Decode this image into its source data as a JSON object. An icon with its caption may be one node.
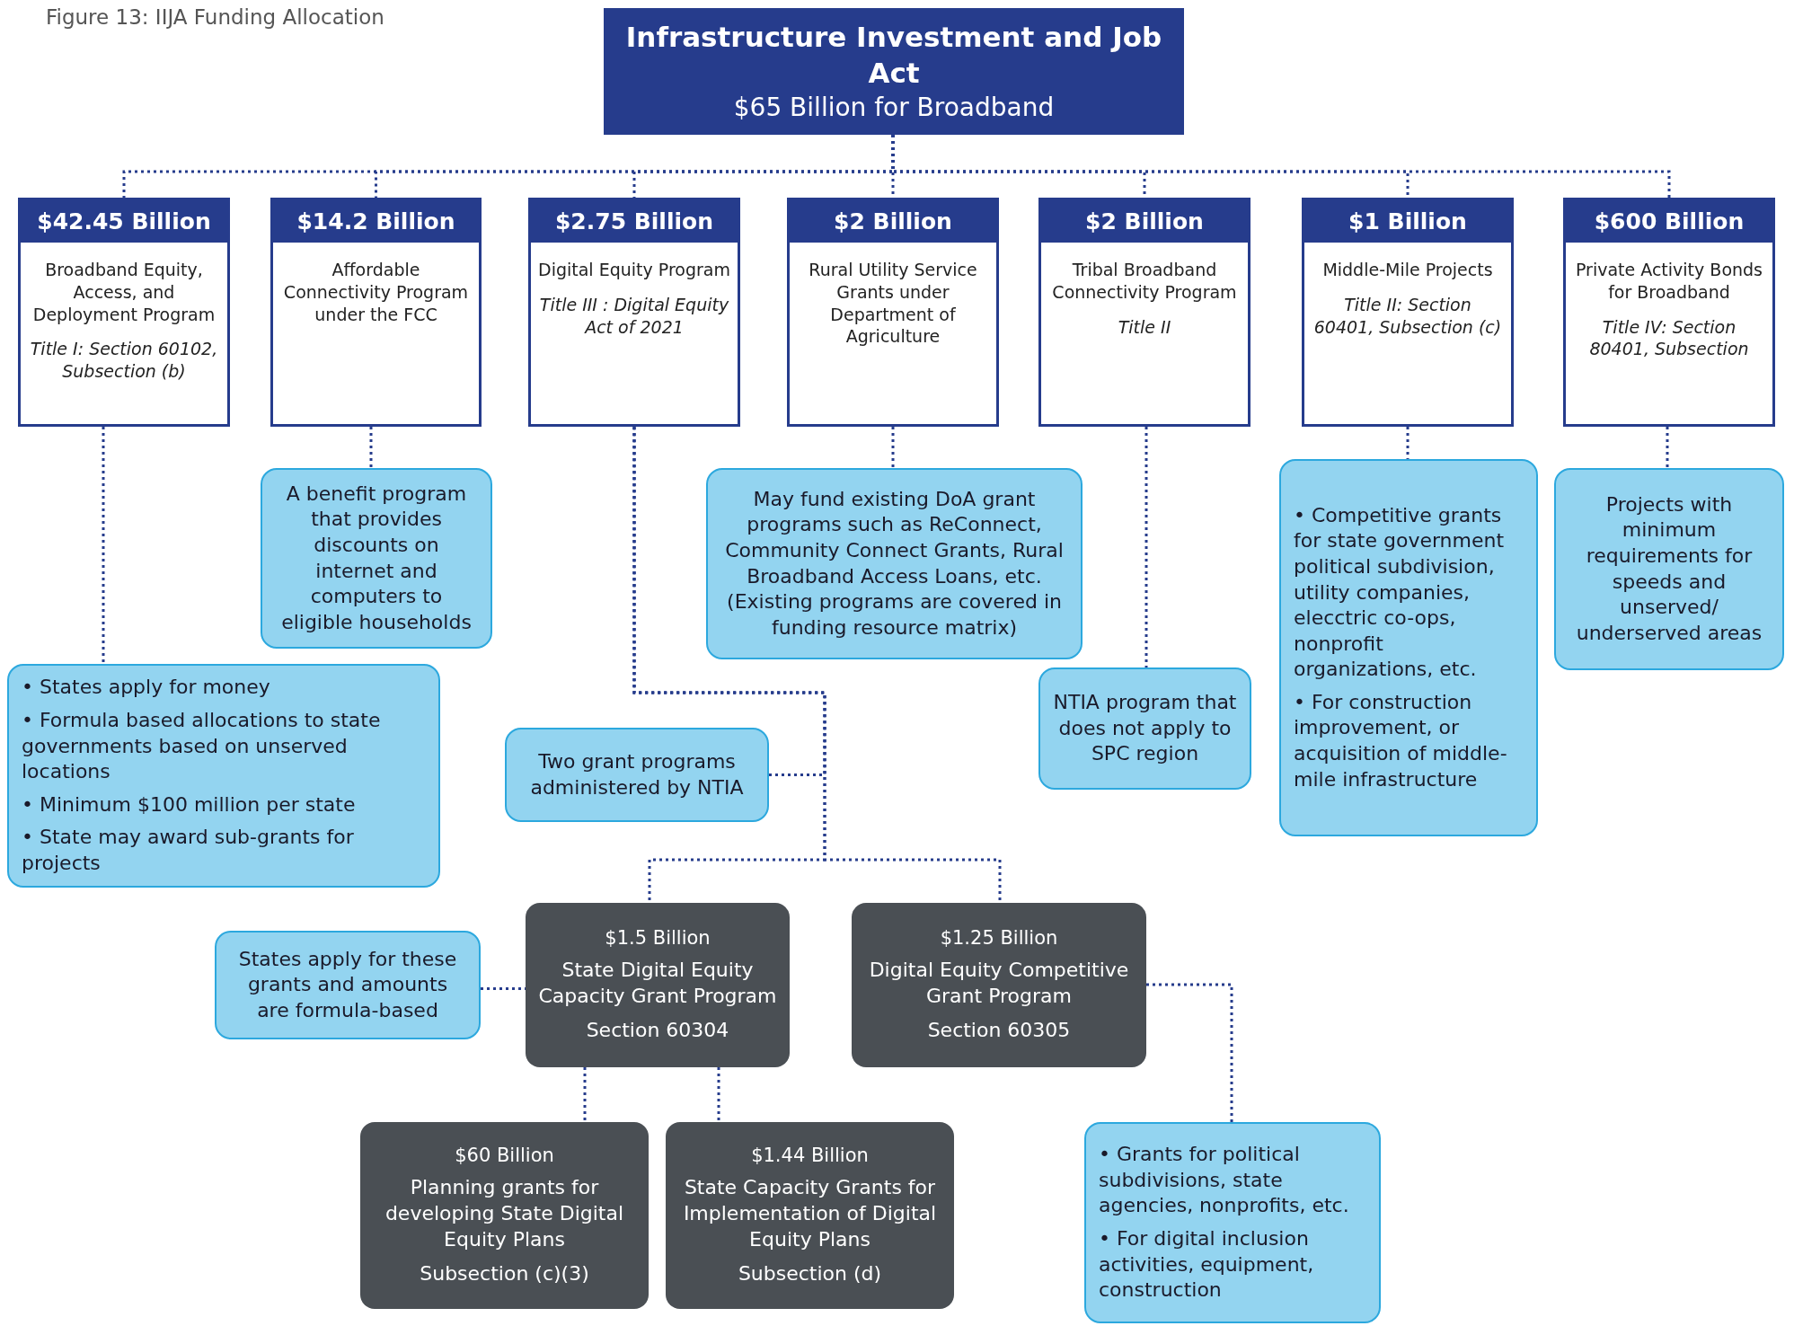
{
  "diagram": {
    "title": "Figure 13: IIJA Funding Allocation",
    "nodes": [
      {
        "text": [
          "Infrastructure Investment and Job Act",
          "$65 Billion for Broadband"
        ]
      },
      {
        "text": [
          "$42.45 Billion",
          "Broadband Equity, Access, and Deployment Program",
          "Title I: Section 60102, Subsection (b)"
        ]
      },
      {
        "text": [
          "$14.2 Billion",
          "Affordable Connectivity Program under the FCC"
        ]
      },
      {
        "text": [
          "$2.75 Billion",
          "Digital Equity Program",
          "Title III : Digital Equity Act of 2021"
        ]
      },
      {
        "text": [
          "$2 Billion",
          "Rural Utility Service Grants under Department of Agriculture"
        ]
      },
      {
        "text": [
          "$2 Billion",
          "Tribal Broadband Connectivity Program",
          "Title II"
        ]
      },
      {
        "text": [
          "$1 Billion",
          "Middle-Mile Projects",
          "Title II: Section 60401, Subsection (c)"
        ]
      },
      {
        "text": [
          "$600 Billion",
          "Private Activity Bonds for Broadband",
          "Title IV: Section 80401, Subsection"
        ]
      },
      {
        "text": [
          "A benefit program that provides discounts on internet and computers to eligible households"
        ]
      },
      {
        "text": [
          "May fund existing DoA grant programs such as ReConnect, Community Connect Grants, Rural Broadband Access Loans, etc. (Existing programs are covered in funding resource matrix)"
        ]
      },
      {
        "text": [
          "• Competitive grants for state government political subdivision, utility companies, elecctric co-ops, nonprofit organizations, etc.",
          "• For construction improvement, or acquisition of middle-mile infrastructure"
        ]
      },
      {
        "text": [
          "Projects with minimum requirements for speeds and unserved/ underserved areas"
        ]
      },
      {
        "text": [
          "• States apply for money",
          "• Formula based allocations to state governments based on unserved locations",
          "• Minimum $100 million per state",
          "• State may award sub-grants for projects"
        ]
      },
      {
        "text": [
          "Two grant programs administered by NTIA"
        ]
      },
      {
        "text": [
          "NTIA program that does not apply to SPC region"
        ]
      },
      {
        "text": [
          "$1.5 Billion",
          "State Digital Equity Capacity Grant Program",
          "Section 60304"
        ]
      },
      {
        "text": [
          "$1.25 Billion",
          "Digital Equity Competitive Grant Program",
          "Section 60305"
        ]
      },
      {
        "text": [
          "States apply for these grants and amounts are formula-based"
        ]
      },
      {
        "text": [
          "$60 Billion",
          "Planning grants for developing State Digital Equity Plans",
          "Subsection (c)(3)"
        ]
      },
      {
        "text": [
          "$1.44 Billion",
          "State Capacity Grants for Implementation of Digital Equity Plans",
          "Subsection (d)"
        ]
      },
      {
        "text": [
          "• Grants for political subdivisions, state agencies, nonprofits, etc.",
          "• For digital inclusion activities, equipment, construction"
        ]
      }
    ],
    "edges": [
      {
        "from": 0,
        "to": 1,
        "arrow": "none",
        "style": "dashed"
      },
      {
        "from": 0,
        "to": 2,
        "arrow": "none",
        "style": "dashed"
      },
      {
        "from": 0,
        "to": 3,
        "arrow": "none",
        "style": "dashed"
      },
      {
        "from": 0,
        "to": 4,
        "arrow": "none",
        "style": "dashed"
      },
      {
        "from": 0,
        "to": 5,
        "arrow": "none",
        "style": "dashed"
      },
      {
        "from": 0,
        "to": 6,
        "arrow": "none",
        "style": "dashed"
      },
      {
        "from": 0,
        "to": 7,
        "arrow": "none",
        "style": "dashed"
      },
      {
        "from": 1,
        "to": 12,
        "arrow": "none",
        "style": "dashed"
      },
      {
        "from": 2,
        "to": 8,
        "arrow": "none",
        "style": "dashed"
      },
      {
        "from": 3,
        "to": 15,
        "arrow": "none",
        "style": "dashed"
      },
      {
        "from": 3,
        "to": 16,
        "arrow": "none",
        "style": "dashed"
      },
      {
        "from": 13,
        "to": 3,
        "arrow": "none",
        "style": "dashed"
      },
      {
        "from": 4,
        "to": 9,
        "arrow": "none",
        "style": "dashed"
      },
      {
        "from": 5,
        "to": 14,
        "arrow": "none",
        "style": "dashed"
      },
      {
        "from": 6,
        "to": 10,
        "arrow": "none",
        "style": "dashed"
      },
      {
        "from": 7,
        "to": 11,
        "arrow": "none",
        "style": "dashed"
      },
      {
        "from": 17,
        "to": 15,
        "arrow": "none",
        "style": "dashed"
      },
      {
        "from": 15,
        "to": 18,
        "arrow": "none",
        "style": "dashed"
      },
      {
        "from": 15,
        "to": 19,
        "arrow": "none",
        "style": "dashed"
      },
      {
        "from": 16,
        "to": 20,
        "arrow": "none",
        "style": "dashed"
      }
    ]
  }
}
